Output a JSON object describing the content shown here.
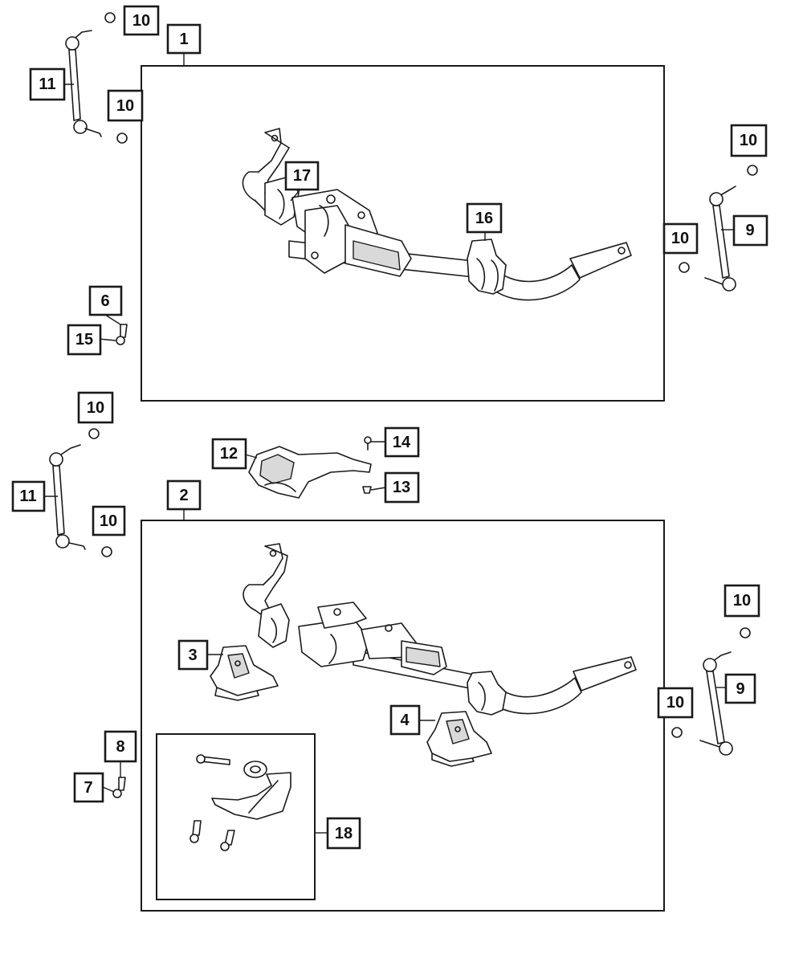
{
  "callouts": {
    "c1": "1",
    "c2": "2",
    "c3": "3",
    "c4": "4",
    "c6": "6",
    "c7": "7",
    "c8": "8",
    "c9a": "9",
    "c9b": "9",
    "c10a": "10",
    "c10b": "10",
    "c10c": "10",
    "c10d": "10",
    "c10e": "10",
    "c10f": "10",
    "c10g": "10",
    "c10h": "10",
    "c11a": "11",
    "c11b": "11",
    "c12": "12",
    "c13": "13",
    "c14": "14",
    "c15": "15",
    "c16": "16",
    "c17": "17",
    "c18": "18"
  },
  "colors": {
    "line": "#1a1a1a",
    "fill": "#ffffff",
    "shade": "#d9d9d9"
  }
}
